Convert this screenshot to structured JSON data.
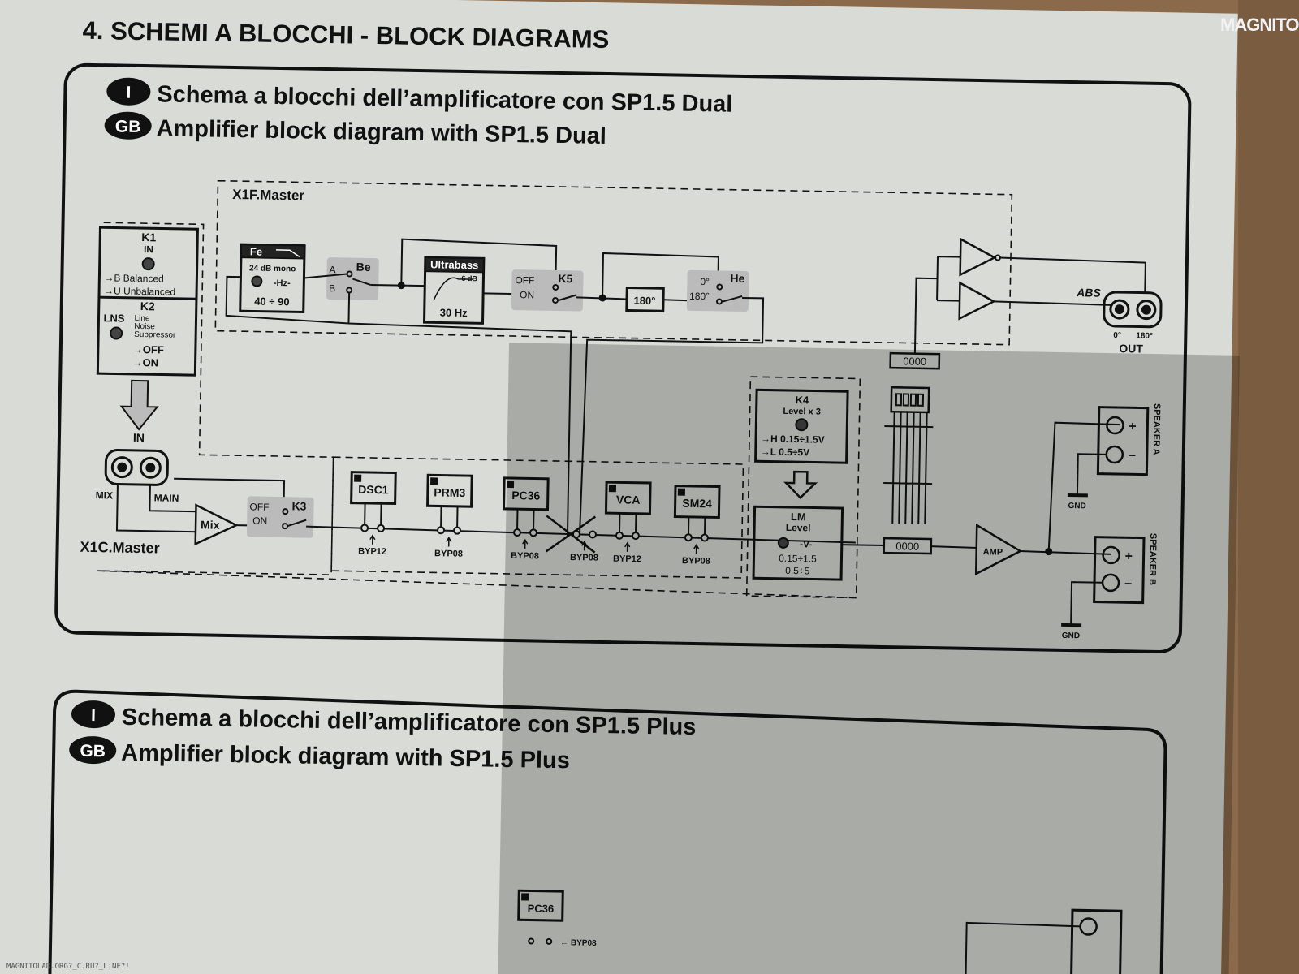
{
  "section_title": "4. SCHEMI A BLOCCHI  -  BLOCK DIAGRAMS",
  "watermark": "MAGNITOLA",
  "footer_url": "MAGNITOLAD.ORG?_C.RU?_L¡NE?!",
  "diagram1": {
    "lang_it": "I",
    "lang_gb": "GB",
    "title_it": "Schema a blocchi dell’amplificatore con SP1.5 Dual",
    "title_gb": "Amplifier block diagram with SP1.5 Dual",
    "x1f_label": "X1F.Master",
    "x1c_label": "X1C.Master",
    "k1": {
      "title": "K1",
      "sub": "IN",
      "opt_b": "→B  Balanced",
      "opt_u": "→U  Unbalanced"
    },
    "k2": {
      "title": "K2",
      "lns": "LNS",
      "desc1": "Line",
      "desc2": "Noise",
      "desc3": "Suppressor",
      "opt_off": "→OFF",
      "opt_on": "→ON"
    },
    "in_label": "IN",
    "mix_label": "MIX",
    "main_label": "MAIN",
    "mix_block": "Mix",
    "k3": {
      "title": "K3",
      "off": "OFF",
      "on": "ON"
    },
    "fe": {
      "title": "Fe",
      "line1": "24 dB mono",
      "line2": "-Hz-",
      "range": "40 ÷ 90"
    },
    "be": {
      "title": "Be",
      "a": "A",
      "b": "B"
    },
    "ultrabass": {
      "title": "Ultrabass",
      "gain": "6 dB",
      "freq": "30 Hz"
    },
    "k5": {
      "title": "K5",
      "off": "OFF",
      "on": "ON"
    },
    "phase180": "180°",
    "he": {
      "title": "He",
      "p0": "0°",
      "p180": "180°"
    },
    "abs_label": "ABS",
    "out": {
      "p0": "0°",
      "p180": "180°",
      "label": "OUT"
    },
    "connector": "0000",
    "k4": {
      "title": "K4",
      "sub": "Level x 3",
      "opt_h": "→H  0.15÷1.5V",
      "opt_l": "→L  0.5÷5V"
    },
    "lm": {
      "title": "LM",
      "sub": "Level",
      "unit": "-V-",
      "r1": "0.15÷1.5",
      "r2": "0.5÷5"
    },
    "modules": [
      {
        "name": "DSC1",
        "byp": "BYP12"
      },
      {
        "name": "PRM3",
        "byp": "BYP08"
      },
      {
        "name": "PC36",
        "byp": "BYP08"
      },
      {
        "name": "",
        "byp": "BYP08"
      },
      {
        "name": "VCA",
        "byp": "BYP12"
      },
      {
        "name": "SM24",
        "byp": "BYP08"
      }
    ],
    "amp": "AMP",
    "speaker_a": "SPEAKER A",
    "speaker_b": "SPEAKER B",
    "gnd": "GND",
    "plus": "+",
    "minus": "−"
  },
  "diagram2": {
    "lang_it": "I",
    "lang_gb": "GB",
    "title_it": "Schema a blocchi dell’amplificatore con SP1.5 Plus",
    "title_gb": "Amplifier block diagram with SP1.5 Plus",
    "module": "PC36",
    "byp": "← BYP08"
  }
}
